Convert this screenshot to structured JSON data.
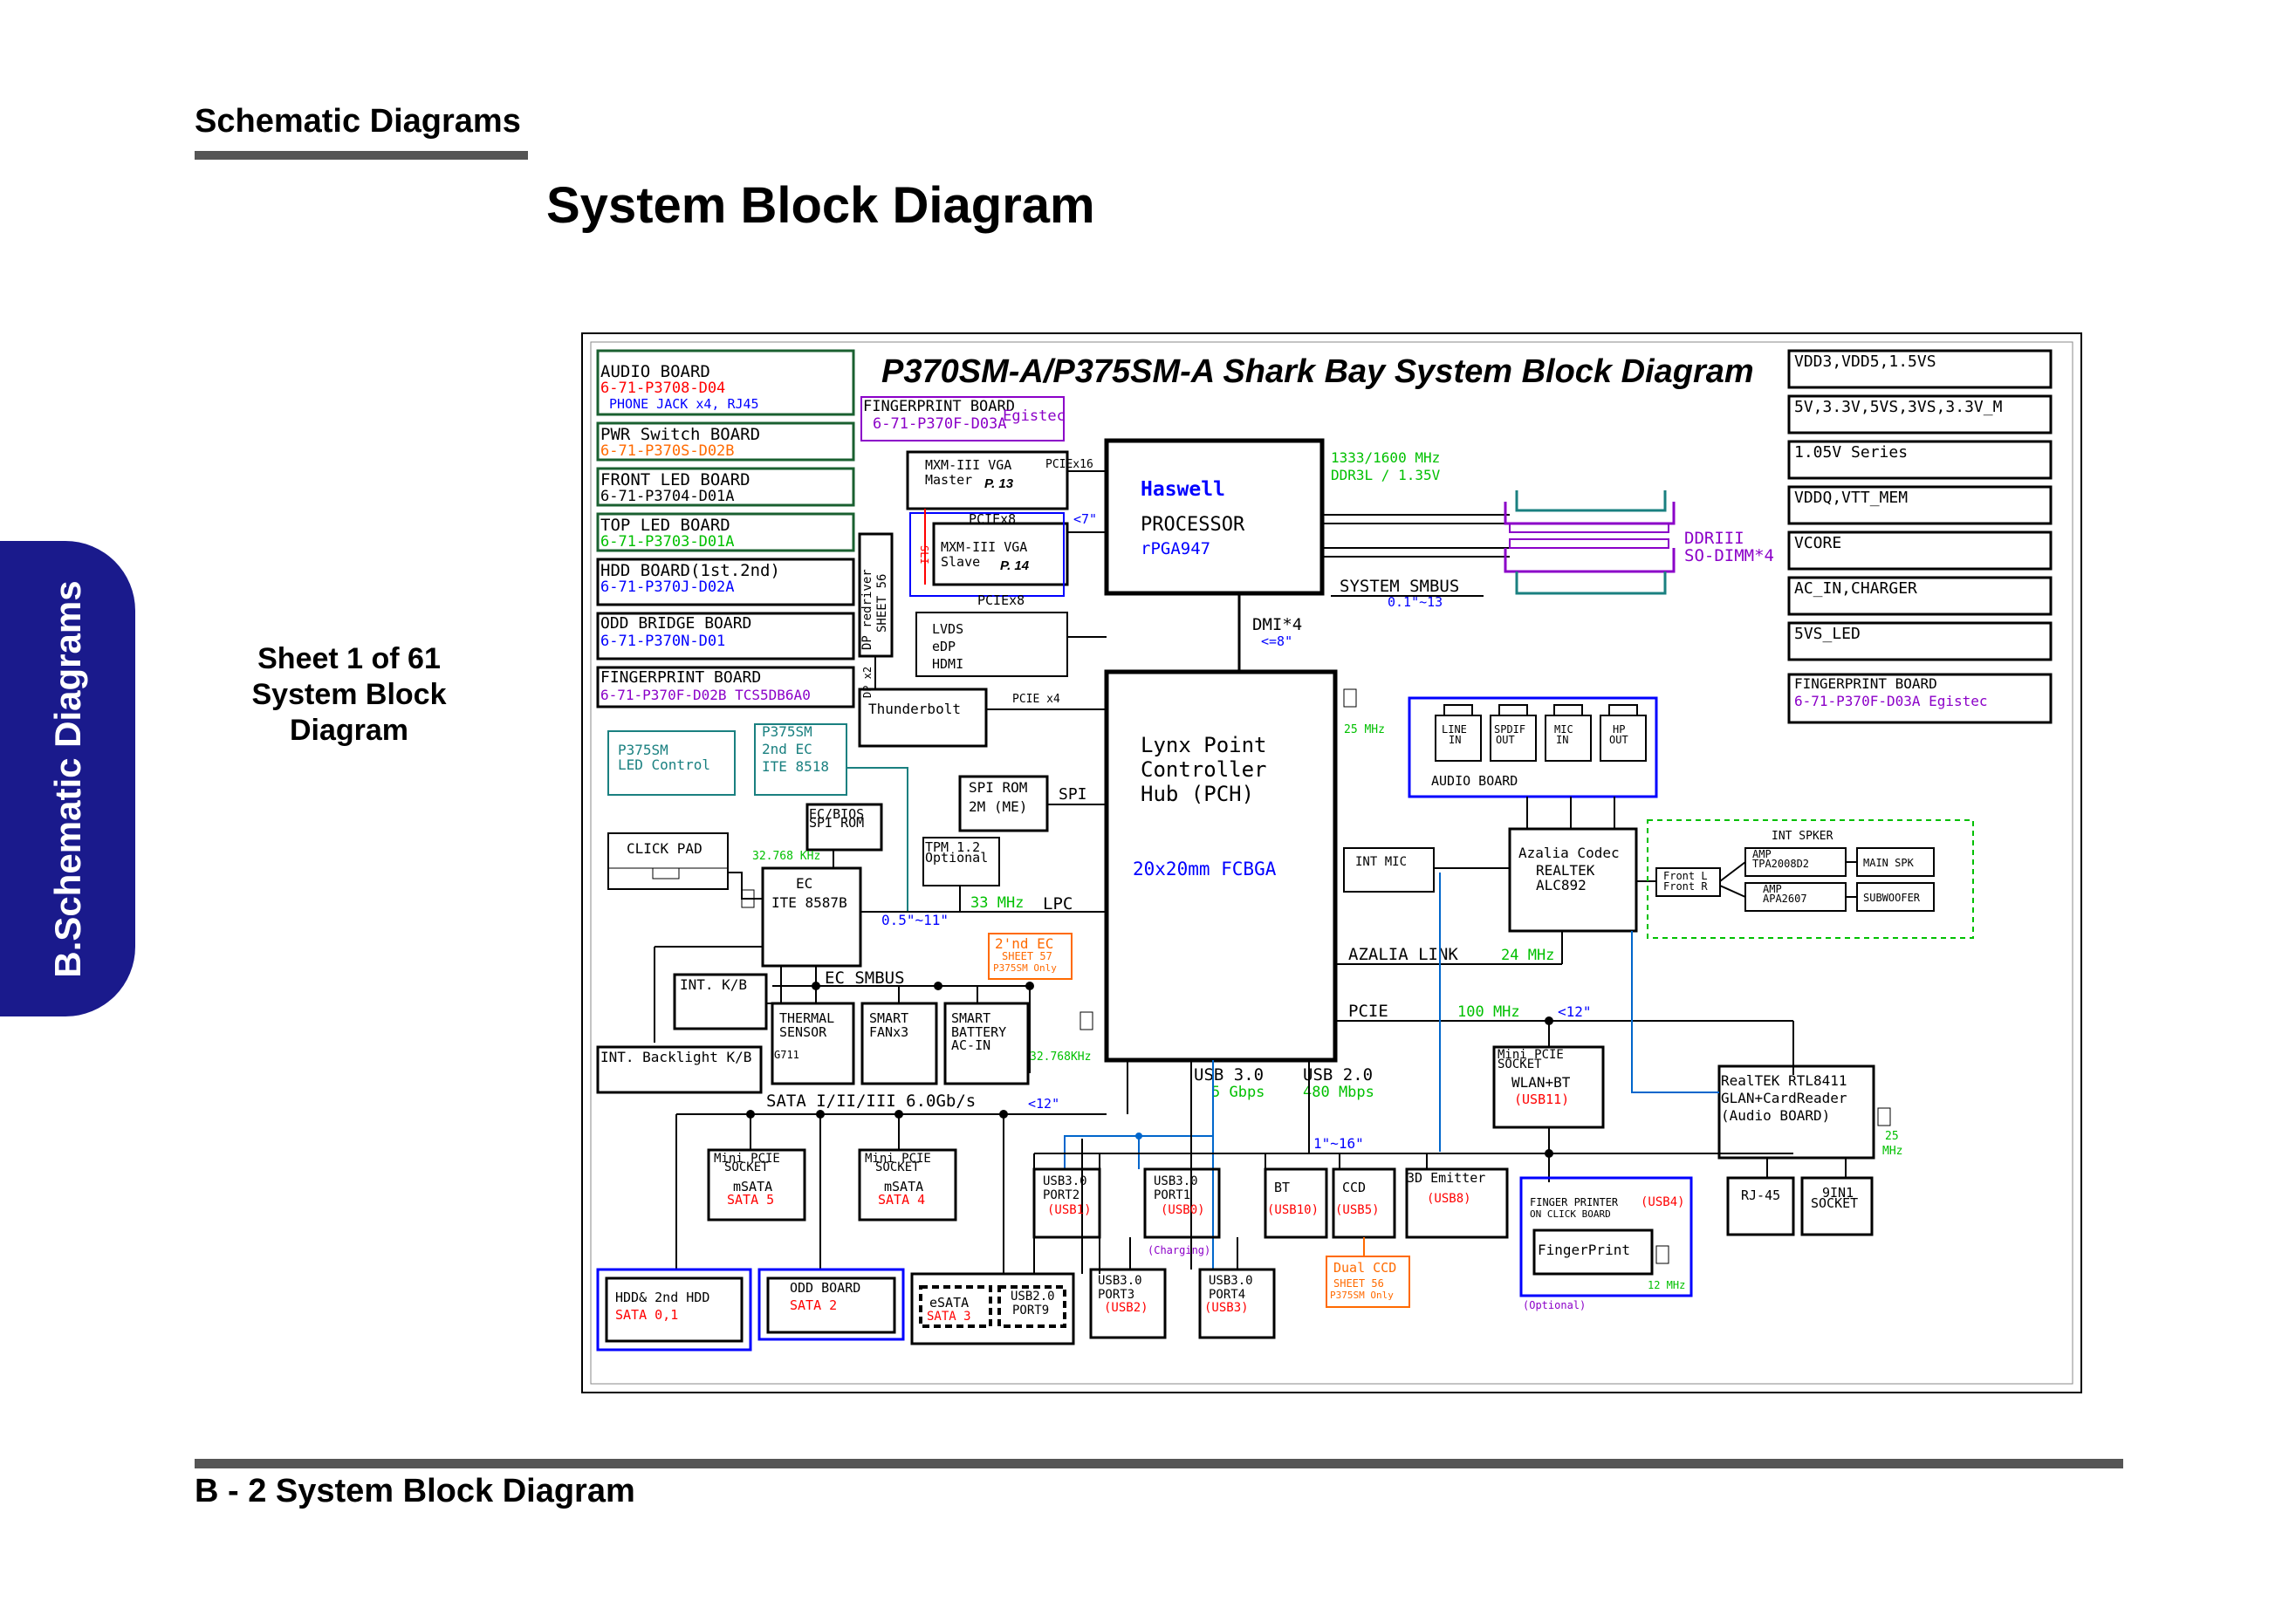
{
  "header": {
    "title": "Schematic  Diagrams",
    "page_title": "System Block Diagram"
  },
  "side_tab": {
    "label": "B.Schematic Diagrams"
  },
  "sheet": {
    "line1": "Sheet 1 of 61",
    "line2": "System Block",
    "line3": "Diagram"
  },
  "footer": {
    "text": "B - 2   System Block Diagram"
  },
  "colors": {
    "black": "#000000",
    "red": "#ff0000",
    "blue": "#0000ff",
    "green": "#00c000",
    "purple": "#8b00c8",
    "teal": "#1a8080",
    "orange": "#ff6a00",
    "dark_blue": "#1a1a8c"
  },
  "diagram": {
    "title": "P370SM-A/P375SM-A Shark Bay System Block Diagram",
    "boards": {
      "audio": {
        "name": "AUDIO  BOARD",
        "pn": "6-71-P3708-D04",
        "sub": "PHONE  JACK x4,  RJ45"
      },
      "pwr": {
        "name": "PWR  Switch  BOARD",
        "pn": "6-71-P370S-D02B"
      },
      "front_led": {
        "name": "FRONT  LED  BOARD",
        "pn": "6-71-P3704-D01A"
      },
      "top_led": {
        "name": "TOP  LED  BOARD",
        "pn": "6-71-P3703-D01A"
      },
      "hdd": {
        "name": "HDD BOARD(1st.2nd)",
        "pn": "6-71-P370J-D02A"
      },
      "odd": {
        "name": "ODD BRIDGE BOARD",
        "pn": "6-71-P370N-D01"
      },
      "fingerprint": {
        "name": "FINGERPRINT  BOARD",
        "pn": "6-71-P370F-D02B  TCS5DB6A0"
      }
    },
    "fp_top": {
      "name": "FINGERPRINT  BOARD",
      "tag": "Egistec",
      "pn": "6-71-P370F-D03A"
    },
    "p375_led": {
      "l1": "P375SM",
      "l2": "LED  Control"
    },
    "p375_ec": {
      "l1": "P375SM",
      "l2": "2nd  EC",
      "l3": "ITE  8518"
    },
    "click_pad": "CLICK  PAD",
    "ec_bios": {
      "l1": "EC/BIOS",
      "l2": "SPI  ROM"
    },
    "ec": {
      "l1": "EC",
      "l2": "ITE  8587B",
      "freq": "32.768  KHz"
    },
    "tpm": {
      "l1": "TPM  1.2",
      "l2": "Optional"
    },
    "spi_rom": {
      "l1": "SPI  ROM",
      "l2": "2M  (ME)",
      "bus": "SPI"
    },
    "lpc": {
      "bus": "LPC",
      "freq": "33  MHz",
      "len": "0.5\"~11\""
    },
    "ec2": {
      "l1": "2'nd  EC",
      "l2": "SHEET  57",
      "l3": "P375SM  Only"
    },
    "int_kb": "INT.  K/B",
    "int_backlight": "INT.  Backlight  K/B",
    "ec_smbus": "EC  SMBUS",
    "thermal": {
      "l1": "THERMAL",
      "l2": "SENSOR",
      "l3": "G711"
    },
    "smart_fan": {
      "l1": "SMART",
      "l2": "FANx3"
    },
    "smart_bat": {
      "l1": "SMART",
      "l2": "BATTERY",
      "l3": "AC-IN"
    },
    "xtal_32": "32.768KHz",
    "mxm_master": {
      "l1": "MXM-III  VGA",
      "l2": "Master",
      "page": "P. 13",
      "bus": "PCIEx16"
    },
    "mxm_slave": {
      "l1": "MXM-III  VGA",
      "l2": "Slave",
      "page": "P. 14"
    },
    "sli": "SLI",
    "pciex8_a": "PCIEx8",
    "pciex8_b": "PCIEx8",
    "len7": "<7\"",
    "dp_redriver": {
      "l1": "DP  redriver",
      "l2": "SHEET  56",
      "l3": "DP  x2"
    },
    "lvds": {
      "l1": "LVDS",
      "l2": "eDP",
      "l3": "HDMI"
    },
    "thunderbolt": "Thunderbolt",
    "pcie_x4": "PCIE  x4",
    "cpu": {
      "name": "Haswell",
      "l2": "PROCESSOR",
      "l3": "rPGA947"
    },
    "ddr": {
      "f1": "1333/1600  MHz",
      "f2": "DDR3L  /  1.35V",
      "d1": "DDRIII",
      "d2": "SO-DIMM*4"
    },
    "system_smbus": {
      "label": "SYSTEM  SMBUS",
      "len": "0.1\"~13"
    },
    "dmi": {
      "label": "DMI*4",
      "len": "<=8\""
    },
    "pch": {
      "l1": "Lynx  Point",
      "l2": "Controller",
      "l3": "Hub  (PCH)",
      "pkg": "20x20mm  FCBGA"
    },
    "xtal_25": "25  MHz",
    "audio_jacks": {
      "j1a": "LINE",
      "j1b": "IN",
      "j2a": "SPDIF",
      "j2b": "OUT",
      "j3a": "MIC",
      "j3b": "IN",
      "j4a": "HP",
      "j4b": "OUT",
      "board": "AUDIO  BOARD"
    },
    "int_mic": "INT  MIC",
    "codec": {
      "l1": "Azalia  Codec",
      "l2": "REALTEK",
      "l3": "ALC892"
    },
    "front_lr": {
      "l1": "Front  L",
      "l2": "Front  R"
    },
    "spk": {
      "title": "INT  SPKER",
      "amp1a": "AMP",
      "amp1b": "TPA2008D2",
      "main": "MAIN  SPK",
      "amp2a": "AMP",
      "amp2b": "APA2607",
      "sub": "SUBWOOFER"
    },
    "azalia": {
      "label": "AZALIA  LINK",
      "freq": "24  MHz"
    },
    "pcie_bus": {
      "label": "PCIE",
      "freq": "100  MHz",
      "len": "<12\""
    },
    "wlan": {
      "l1": "Mini  PCIE",
      "l2": "SOCKET",
      "l3": "WLAN+BT",
      "l4": "(USB11)"
    },
    "lan": {
      "l1": "RealTEK  RTL8411",
      "l2": "GLAN+CardReader",
      "l3": "(Audio  BOARD)",
      "freq1": "25",
      "freq2": "MHz"
    },
    "rj45": "RJ-45",
    "card": {
      "l1": "9IN1",
      "l2": "SOCKET"
    },
    "usb3": {
      "label": "USB  3.0",
      "speed": "5  Gbps"
    },
    "usb2": {
      "label": "USB  2.0",
      "speed": "480  Mbps",
      "len": "1\"~16\""
    },
    "sata": {
      "label": "SATA  I/II/III  6.0Gb/s",
      "len": "<12\""
    },
    "msata5": {
      "l1": "Mini  PCIE",
      "l2": "SOCKET",
      "l3": "mSATA",
      "l4": "SATA  5"
    },
    "msata4": {
      "l1": "Mini  PCIE",
      "l2": "SOCKET",
      "l3": "mSATA",
      "l4": "SATA  4"
    },
    "hdd_sata": {
      "l1": "HDD&  2nd  HDD",
      "l2": "SATA  0,1"
    },
    "odd_sata": {
      "l1": "ODD  BOARD",
      "l2": "SATA  2"
    },
    "esata": {
      "l1": "eSATA",
      "l2": "SATA  3",
      "l3": "USB2.0",
      "l4": "PORT9"
    },
    "usb_p2": {
      "l1": "USB3.0",
      "l2": "PORT2",
      "l3": "(USB1)"
    },
    "usb_p1": {
      "l1": "USB3.0",
      "l2": "PORT1",
      "l3": "(USB0)",
      "note": "(Charging)"
    },
    "usb_p3": {
      "l1": "USB3.0",
      "l2": "PORT3",
      "l3": "(USB2)"
    },
    "usb_p4": {
      "l1": "USB3.0",
      "l2": "PORT4",
      "l3": "(USB3)"
    },
    "bt": {
      "l1": "BT",
      "l2": "(USB10)"
    },
    "ccd": {
      "l1": "CCD",
      "l2": "(USB5)"
    },
    "emitter": {
      "l1": "3D  Emitter",
      "l2": "(USB8)"
    },
    "dual_ccd": {
      "l1": "Dual  CCD",
      "l2": "SHEET  56",
      "l3": "P375SM  Only"
    },
    "fp_reader": {
      "l1": "FINGER  PRINTER",
      "l2": "ON  CLICK  BOARD",
      "usb": "(USB4)",
      "name": "FingerPrint",
      "freq": "12  MHz",
      "opt": "(Optional)"
    },
    "power": {
      "p1": "VDD3,VDD5,1.5VS",
      "p2": "5V,3.3V,5VS,3VS,3.3V_M",
      "p3": "1.05V  Series",
      "p4": "VDDQ,VTT_MEM",
      "p5": "VCORE",
      "p6": "AC_IN,CHARGER",
      "p7": "5VS_LED"
    },
    "fp_right": {
      "name": "FINGERPRINT  BOARD",
      "pn": "6-71-P370F-D03A  Egistec"
    }
  }
}
